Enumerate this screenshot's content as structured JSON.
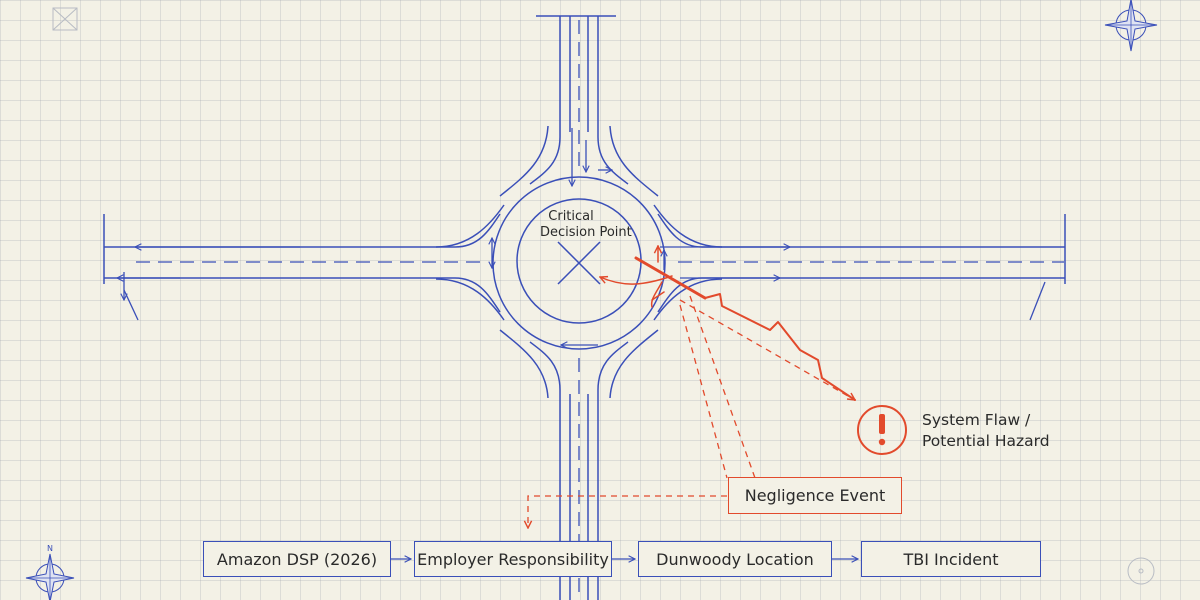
{
  "decision": {
    "line1": "Critical",
    "line2": "Decision Point"
  },
  "hazard": {
    "line1": "System Flaw /",
    "line2": "Potential Hazard",
    "icon": "exclamation-circle-icon"
  },
  "negligence": {
    "label": "Negligence Event"
  },
  "flow": {
    "steps": [
      {
        "label": "Amazon DSP (2026)"
      },
      {
        "label": "Employer Responsibility"
      },
      {
        "label": "Dunwoody Location"
      },
      {
        "label": "TBI Incident"
      }
    ]
  },
  "colors": {
    "road": "#3a4fb8",
    "hazard": "#e24a2c",
    "paper": "#f3f1e6",
    "grid": "#c8c9cc",
    "text": "#2a2a2a"
  },
  "icons": [
    "compass-rose-icon",
    "exclamation-circle-icon",
    "crossed-box-icon",
    "small-target-icon"
  ],
  "compass": {
    "north": "N"
  }
}
